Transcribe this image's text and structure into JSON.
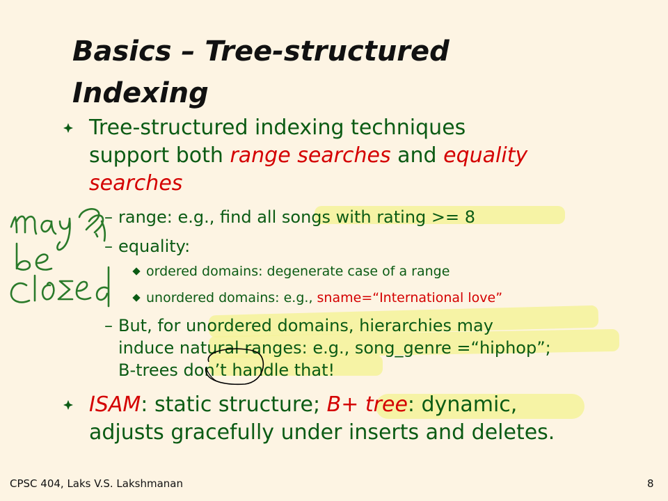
{
  "slide": {
    "title_line1": "Basics – Tree-structured",
    "title_line2": "Indexing",
    "bullet1": {
      "line1": "Tree-structured indexing techniques",
      "line2_a": "support both ",
      "line2_b": "range searches",
      "line2_c": " and ",
      "line2_d": "equality",
      "line3": "searches"
    },
    "sub_range": "range: e.g.,  find all songs with rating >= 8",
    "sub_equality": "equality:",
    "subsub1": "ordered domains: degenerate case of a range",
    "subsub2_a": "unordered domains: e.g., ",
    "subsub2_b": "sname=“International love”",
    "sub_but": {
      "line1": "But, for unordered domains, hierarchies may",
      "line2": "induce natural ranges: e.g., song_genre =“hiphop”;",
      "line3": "B-trees don’t handle that!"
    },
    "bullet2": {
      "isam": "ISAM",
      "colon1": ":  static structure;  ",
      "bplus": "B+ tree",
      "colon2": ":  dynamic,",
      "line2": "adjusts gracefully under inserts and deletes."
    },
    "dash": "–"
  },
  "annotation": {
    "line1": "may ??",
    "line2": "be",
    "line3": "closed"
  },
  "footer": {
    "course": "CPSC 404, Laks V.S. Lakshmanan",
    "page_number": "8"
  },
  "colors": {
    "background": "#fdf4e3",
    "text_green": "#0b5b14",
    "emphasis_red": "#d40000",
    "highlight_yellow": "#f5f29a"
  }
}
